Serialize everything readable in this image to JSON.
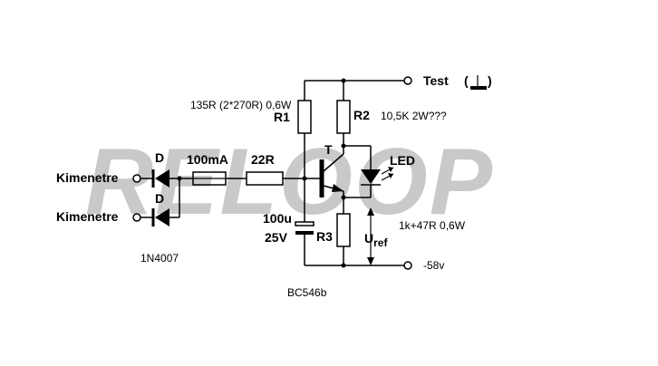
{
  "watermark": "RELOOP",
  "labels": {
    "test": "Test",
    "r1_note": "135R (2*270R) 0,6W",
    "r1": "R1",
    "r2": "R2",
    "r2_note": "10,5K 2W???",
    "transistor": "T",
    "led": "LED",
    "d_top": "D",
    "d_bottom": "D",
    "fuse": "100mA",
    "r_base": "22R",
    "input_top": "Kimenetre",
    "input_bottom": "Kimenetre",
    "cap_value": "100u",
    "cap_voltage": "25V",
    "r3": "R3",
    "uref_main": "U",
    "uref_sub": "ref",
    "r3_note": "1k+47R 0,6W",
    "neg_supply": "-58v",
    "diode_type": "1N4007",
    "transistor_type": "BC546b"
  }
}
